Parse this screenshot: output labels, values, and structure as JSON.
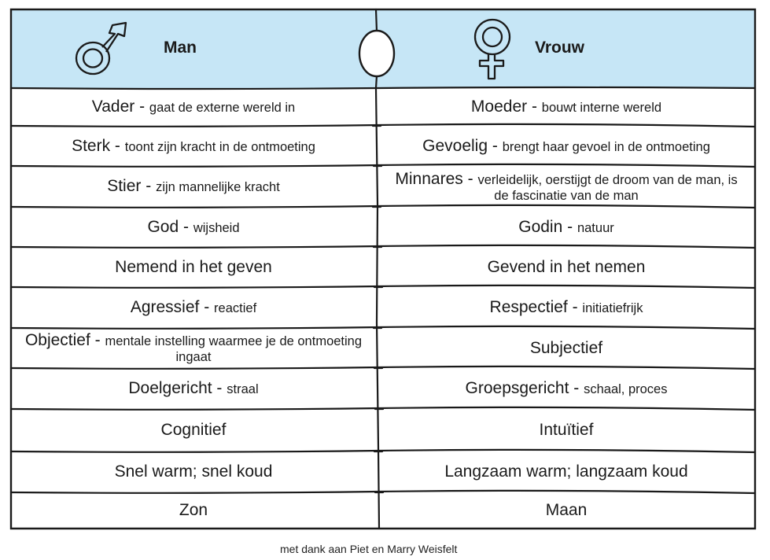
{
  "header": {
    "left": {
      "symbol": "male-symbol",
      "title": "Man"
    },
    "right": {
      "symbol": "female-symbol",
      "title": "Vrouw"
    },
    "bg_color": "#c6e6f6"
  },
  "rows": [
    {
      "left": {
        "main": "Vader",
        "sub": "gaat de externe wereld in"
      },
      "right": {
        "main": "Moeder",
        "sub": "bouwt interne wereld"
      }
    },
    {
      "left": {
        "main": "Sterk",
        "sub": "toont zijn kracht in de ontmoeting"
      },
      "right": {
        "main": "Gevoelig",
        "sub": "brengt haar gevoel in de ontmoeting"
      }
    },
    {
      "left": {
        "main": "Stier",
        "sub": "zijn mannelijke kracht"
      },
      "right": {
        "main": "Minnares",
        "sub": "verleidelijk, oerstijgt de droom van de man, is de fascinatie van de man"
      }
    },
    {
      "left": {
        "main": "God",
        "sub": "wijsheid"
      },
      "right": {
        "main": "Godin",
        "sub": "natuur"
      }
    },
    {
      "left": {
        "main": "Nemend in het geven",
        "sub": ""
      },
      "right": {
        "main": "Gevend in het nemen",
        "sub": ""
      }
    },
    {
      "left": {
        "main": "Agressief",
        "sub": "reactief"
      },
      "right": {
        "main": "Respectief",
        "sub": "initiatiefrijk"
      }
    },
    {
      "left": {
        "main": "Objectief",
        "sub": "mentale instelling waarmee je de ontmoeting ingaat"
      },
      "right": {
        "main": "Subjectief",
        "sub": ""
      }
    },
    {
      "left": {
        "main": "Doelgericht",
        "sub": "straal"
      },
      "right": {
        "main": "Groepsgericht",
        "sub": "schaal, proces"
      }
    },
    {
      "left": {
        "main": "Cognitief",
        "sub": ""
      },
      "right": {
        "main": "Intuïtief",
        "sub": ""
      }
    },
    {
      "left": {
        "main": "Snel warm; snel koud",
        "sub": ""
      },
      "right": {
        "main": "Langzaam warm; langzaam koud",
        "sub": ""
      }
    },
    {
      "left": {
        "main": "Zon",
        "sub": ""
      },
      "right": {
        "main": "Maan",
        "sub": ""
      }
    }
  ],
  "footer": {
    "credit": "met dank aan Piet en Marry Weisfelt"
  }
}
